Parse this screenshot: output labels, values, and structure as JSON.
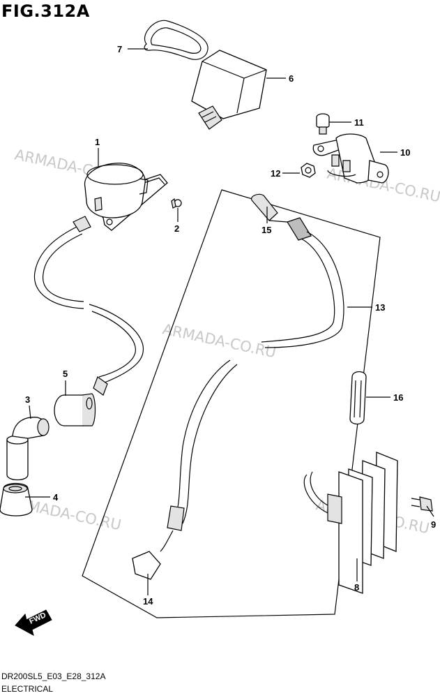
{
  "figure": {
    "title": "FIG.312A",
    "footer_code": "DR200SL5_E03_E28_312A",
    "footer_name": "ELECTRICAL"
  },
  "watermark": "ARMADA-CO.RU",
  "fwd_label": "FWD",
  "callouts": {
    "p1": "1",
    "p2": "2",
    "p3": "3",
    "p4": "4",
    "p5": "5",
    "p6": "6",
    "p7": "7",
    "p8": "8",
    "p9": "9",
    "p10": "10",
    "p11": "11",
    "p12": "12",
    "p13": "13",
    "p14": "14",
    "p15": "15",
    "p16": "16"
  }
}
